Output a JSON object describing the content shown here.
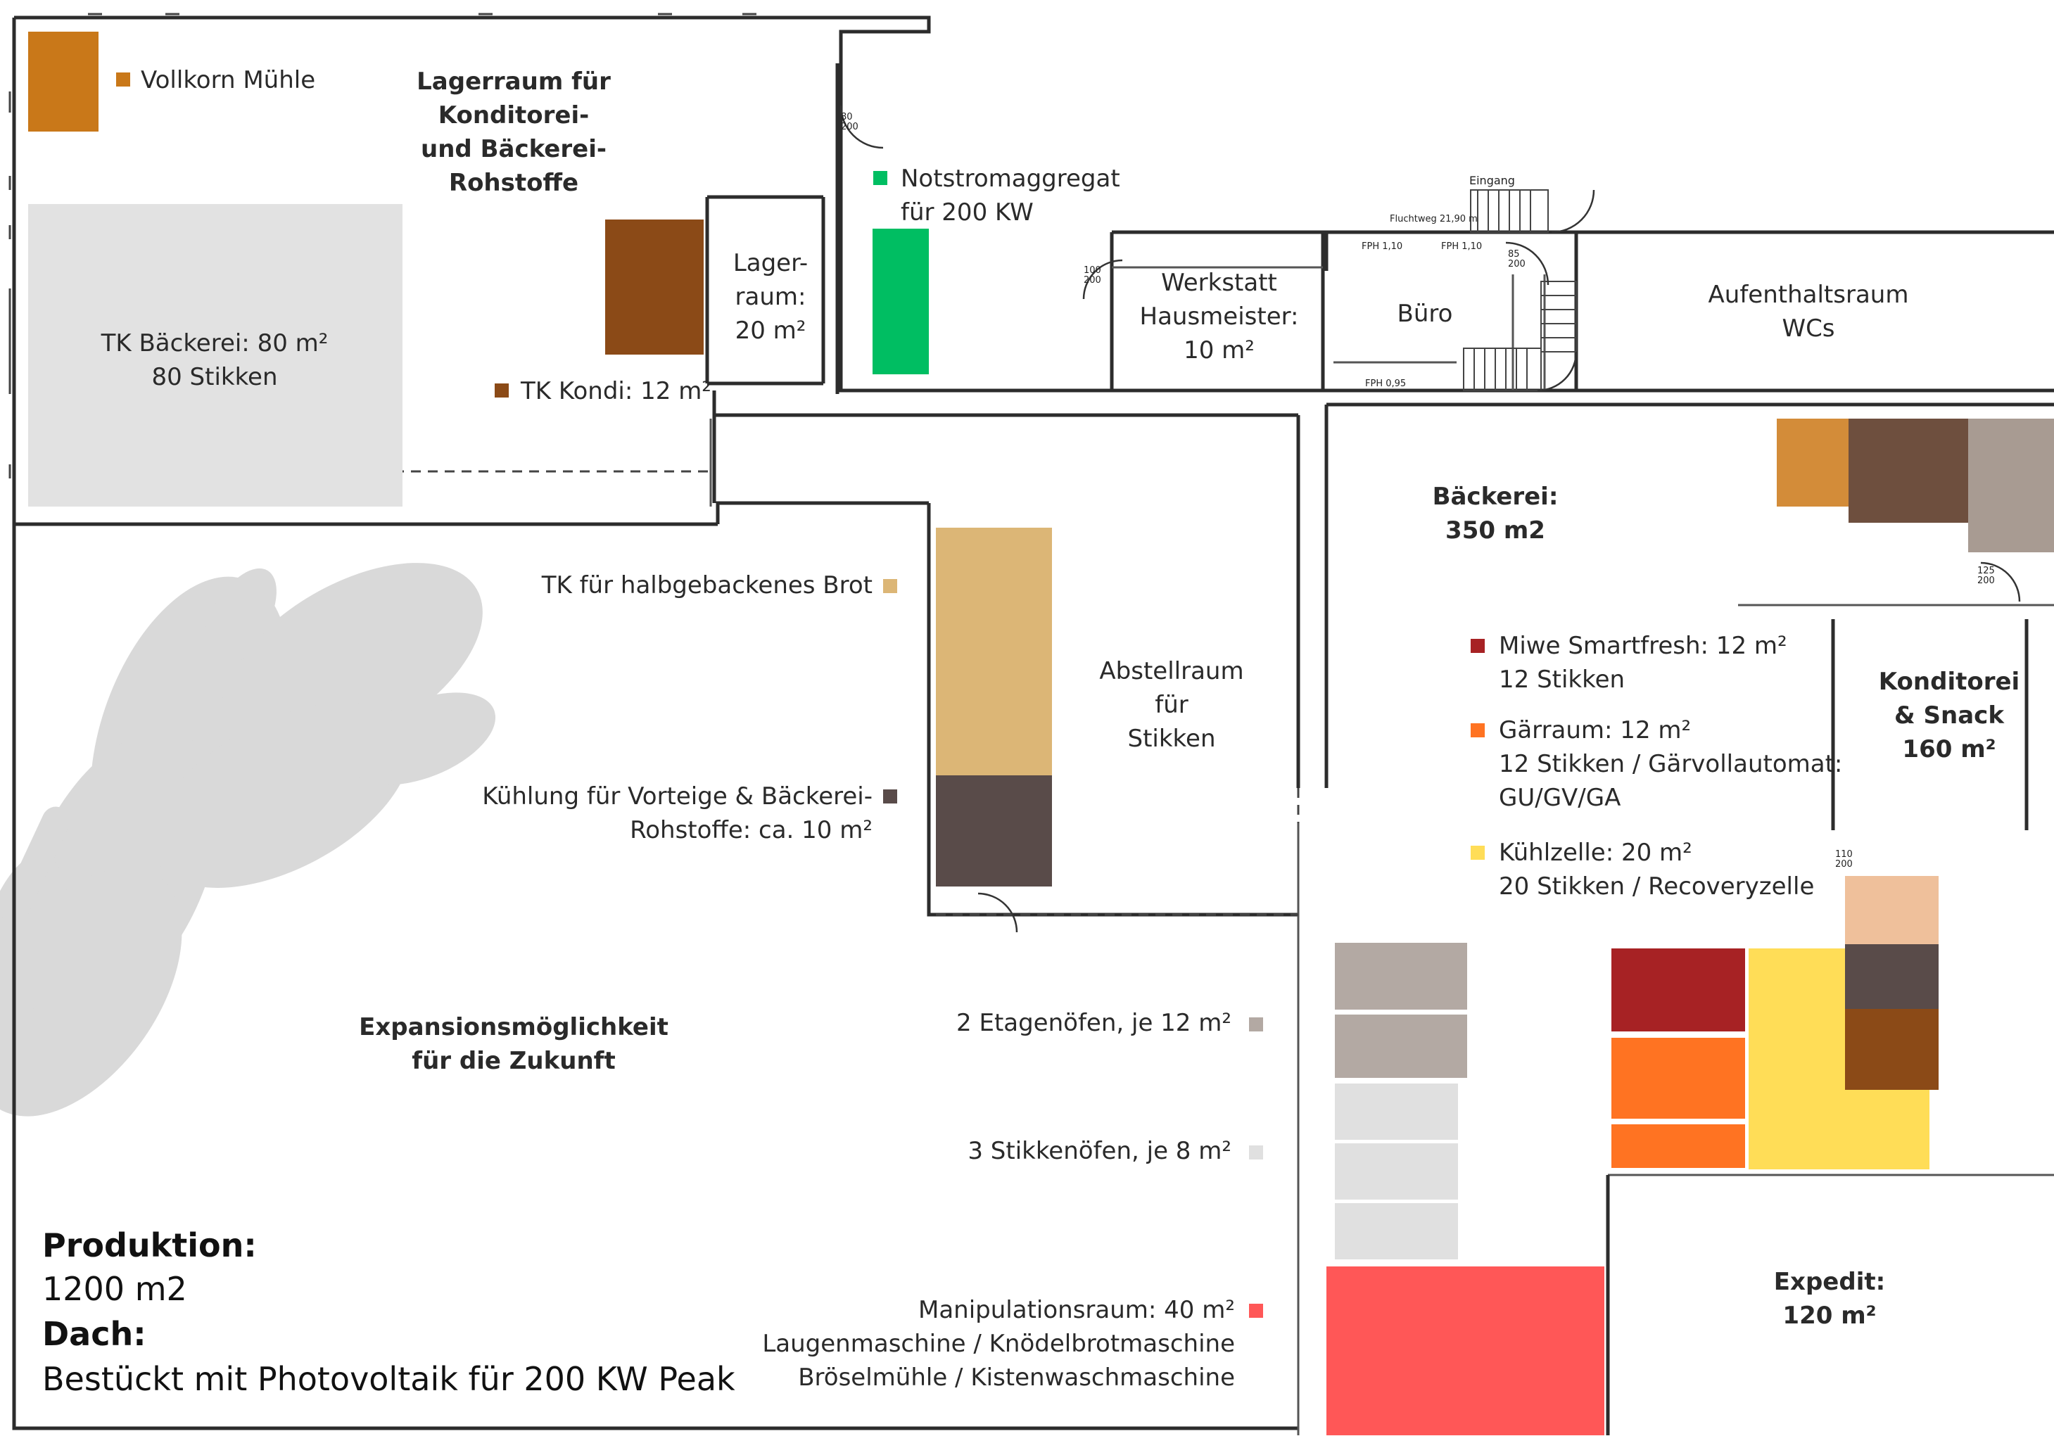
{
  "colors": {
    "vollkorn": "#c97819",
    "tk_kondi": "#8b4a17",
    "notstrom": "#00be62",
    "tk_baeckerei": "#e2e2e2",
    "tk_brot": "#dcb676",
    "kuehlung": "#594b49",
    "etagenofen": "#b3a9a3",
    "stikkenofen": "#e0e0e0",
    "manipulation": "#ff5757",
    "smartfresh": "#a72224",
    "gaerraum": "#ff7322",
    "kuehlzelle": "#ffdd57",
    "konditorei_a": "#d38c39",
    "konditorei_b": "#6e4f3e",
    "konditorei_c": "#a89b92",
    "peach": "#efc09b",
    "leaf": "#d9d9d9"
  },
  "rooms": {
    "lagerraum_title": "Lagerraum für\nKonditorei-\nund Bäckerei-\nRohstoffe",
    "vollkorn": "Vollkorn Mühle",
    "tk_baeckerei": "TK Bäckerei: 80 m²\n80 Stikken",
    "tk_kondi": "TK Kondi: 12 m²",
    "lagerraum_small": "Lager-\nraum:\n20 m²",
    "notstrom": "Notstromaggregat\nfür 200 KW",
    "werkstatt": "Werkstatt\nHausmeister:\n10 m²",
    "buero": "Büro",
    "aufenthalt": "Aufenthaltsraum\nWCs",
    "baeckerei": "Bäckerei:\n350 m2",
    "tk_brot": "TK für halbgebackenes Brot",
    "kuehlung": "Kühlung für Vorteige & Bäckerei-\nRohstoffe: ca. 10 m²",
    "abstellraum": "Abstellraum\nfür\nStikken",
    "smartfresh": "Miwe Smartfresh: 12 m²\n12 Stikken",
    "gaerraum": "Gärraum: 12 m²\n12 Stikken / Gärvollautomat:\nGU/GV/GA",
    "kuehlzelle": "Kühlzelle: 20 m²\n20 Stikken / Recoveryzelle",
    "konditorei": "Konditorei\n& Snack\n160 m²",
    "expansion": "Expansionsmöglichkeit\nfür die Zukunft",
    "etagenoefen": "2 Etagenöfen, je 12 m²",
    "stikkenoefen": "3 Stikkenöfen, je 8 m²",
    "manipulation": "Manipulationsraum: 40 m²\nLaugenmaschine / Knödelbrotmaschine\nBröselmühle / Kistenwaschmaschine",
    "expedit": "Expedit:\n120 m²"
  },
  "small_labels": {
    "eingang": "Eingang",
    "fluchtweg": "Fluchtweg 21,90 m",
    "fph1": "FPH 1,10",
    "fph2": "FPH 1,10",
    "fph3": "FPH 0,95",
    "door_80_200": "80\n200",
    "door_100_200": "100\n200",
    "door_125_200": "125\n200",
    "door_110_200": "110\n200",
    "door_85_200": "85\n200"
  },
  "production": {
    "title": "Produktion:",
    "area": "1200 m2",
    "roof_title": "Dach:",
    "roof_text": "Bestückt mit Photovoltaik für 200 KW Peak"
  }
}
